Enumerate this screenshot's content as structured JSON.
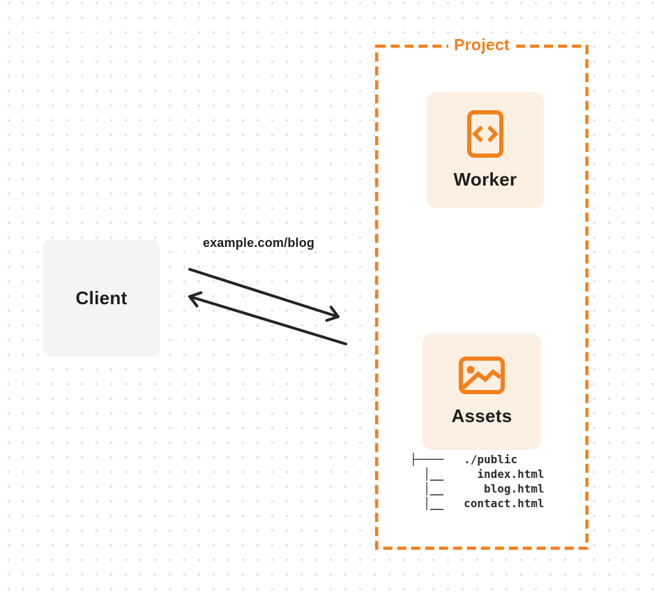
{
  "diagram": {
    "client": {
      "label": "Client"
    },
    "request_label": "example.com/blog",
    "project": {
      "label": "Project",
      "worker_card": {
        "label": "Worker",
        "icon": "code-document-icon"
      },
      "assets_card": {
        "label": "Assets",
        "icon": "image-icon"
      },
      "file_tree": {
        "text": "├────   ./public\n  │__     index.html\n  │__      blog.html\n  │__   contact.html",
        "root": "./public",
        "files": [
          "index.html",
          "blog.html",
          "contact.html"
        ]
      }
    },
    "colors": {
      "orange": "#F2801D",
      "card_bg": "#FBF0E2",
      "client_bg": "#F4F4F5",
      "arrow": "#242424",
      "text_dark": "#1E1D1B",
      "tree_text": "#2E2E2E",
      "dot": "#E3E3E4"
    }
  }
}
